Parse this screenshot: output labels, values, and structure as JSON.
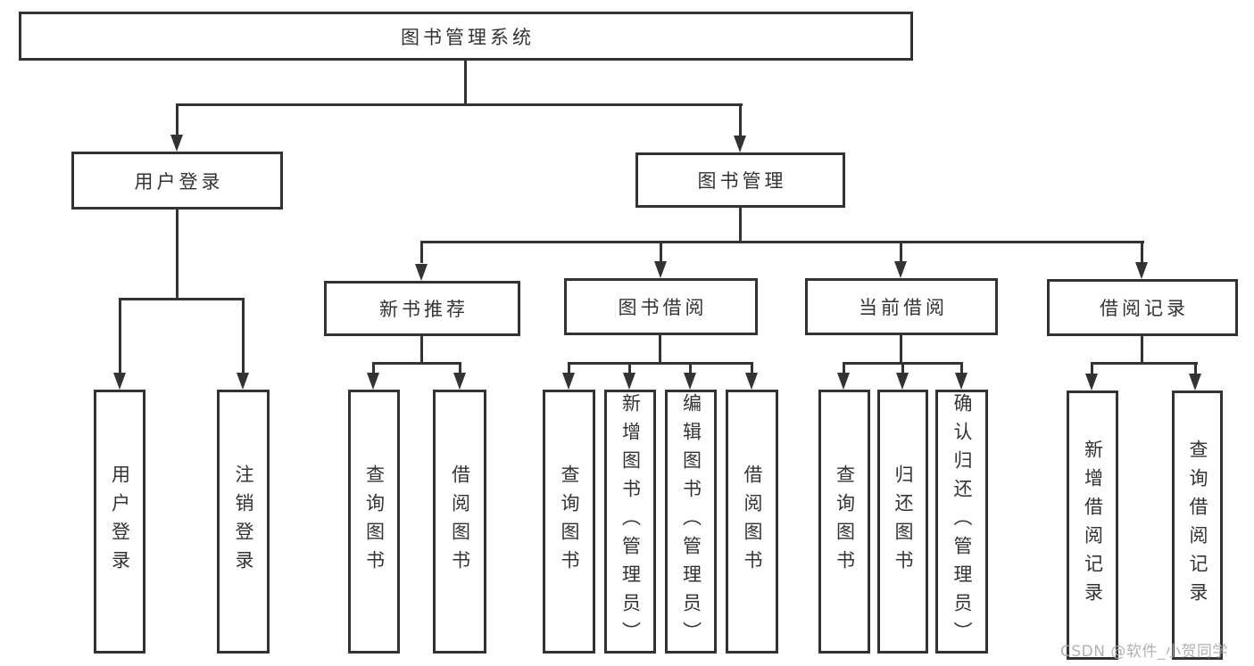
{
  "diagram": {
    "title": "图书管理系统",
    "root": {
      "label": "图书管理系统"
    },
    "level2": [
      {
        "id": "user-login",
        "label": "用户登录"
      },
      {
        "id": "book-management",
        "label": "图书管理"
      }
    ],
    "level3": [
      {
        "id": "new-book-recommend",
        "label": "新书推荐"
      },
      {
        "id": "book-borrowing",
        "label": "图书借阅"
      },
      {
        "id": "current-borrowing",
        "label": "当前借阅"
      },
      {
        "id": "borrowing-records",
        "label": "借阅记录"
      }
    ],
    "leaves": [
      {
        "id": "user-login",
        "label": "用户登录",
        "parent": "用户登录"
      },
      {
        "id": "logout",
        "label": "注销登录",
        "parent": "用户登录"
      },
      {
        "id": "query-books",
        "label": "查询图书",
        "parent": "新书推荐"
      },
      {
        "id": "borrow-books",
        "label": "借阅图书",
        "parent": "新书推荐"
      },
      {
        "id": "query-books",
        "label": "查询图书",
        "parent": "图书借阅"
      },
      {
        "id": "add-books-admin",
        "label": "新增图书（管理员）",
        "parent": "图书借阅"
      },
      {
        "id": "edit-books-admin",
        "label": "编辑图书（管理员）",
        "parent": "图书借阅"
      },
      {
        "id": "borrow-books",
        "label": "借阅图书",
        "parent": "图书借阅"
      },
      {
        "id": "query-books",
        "label": "查询图书",
        "parent": "当前借阅"
      },
      {
        "id": "return-books",
        "label": "归还图书",
        "parent": "当前借阅"
      },
      {
        "id": "confirm-return-admin",
        "label": "确认归还（管理员）",
        "parent": "当前借阅"
      },
      {
        "id": "add-borrow-record",
        "label": "新增借阅记录",
        "parent": "借阅记录"
      },
      {
        "id": "query-borrow-record",
        "label": "查询借阅记录",
        "parent": "借阅记录"
      }
    ]
  },
  "watermark": {
    "text": "CSDN @软件_小贺同学"
  },
  "colors": {
    "line": "#333333",
    "text": "#333333",
    "background": "#ffffff",
    "watermark": "#a9a9a9"
  }
}
